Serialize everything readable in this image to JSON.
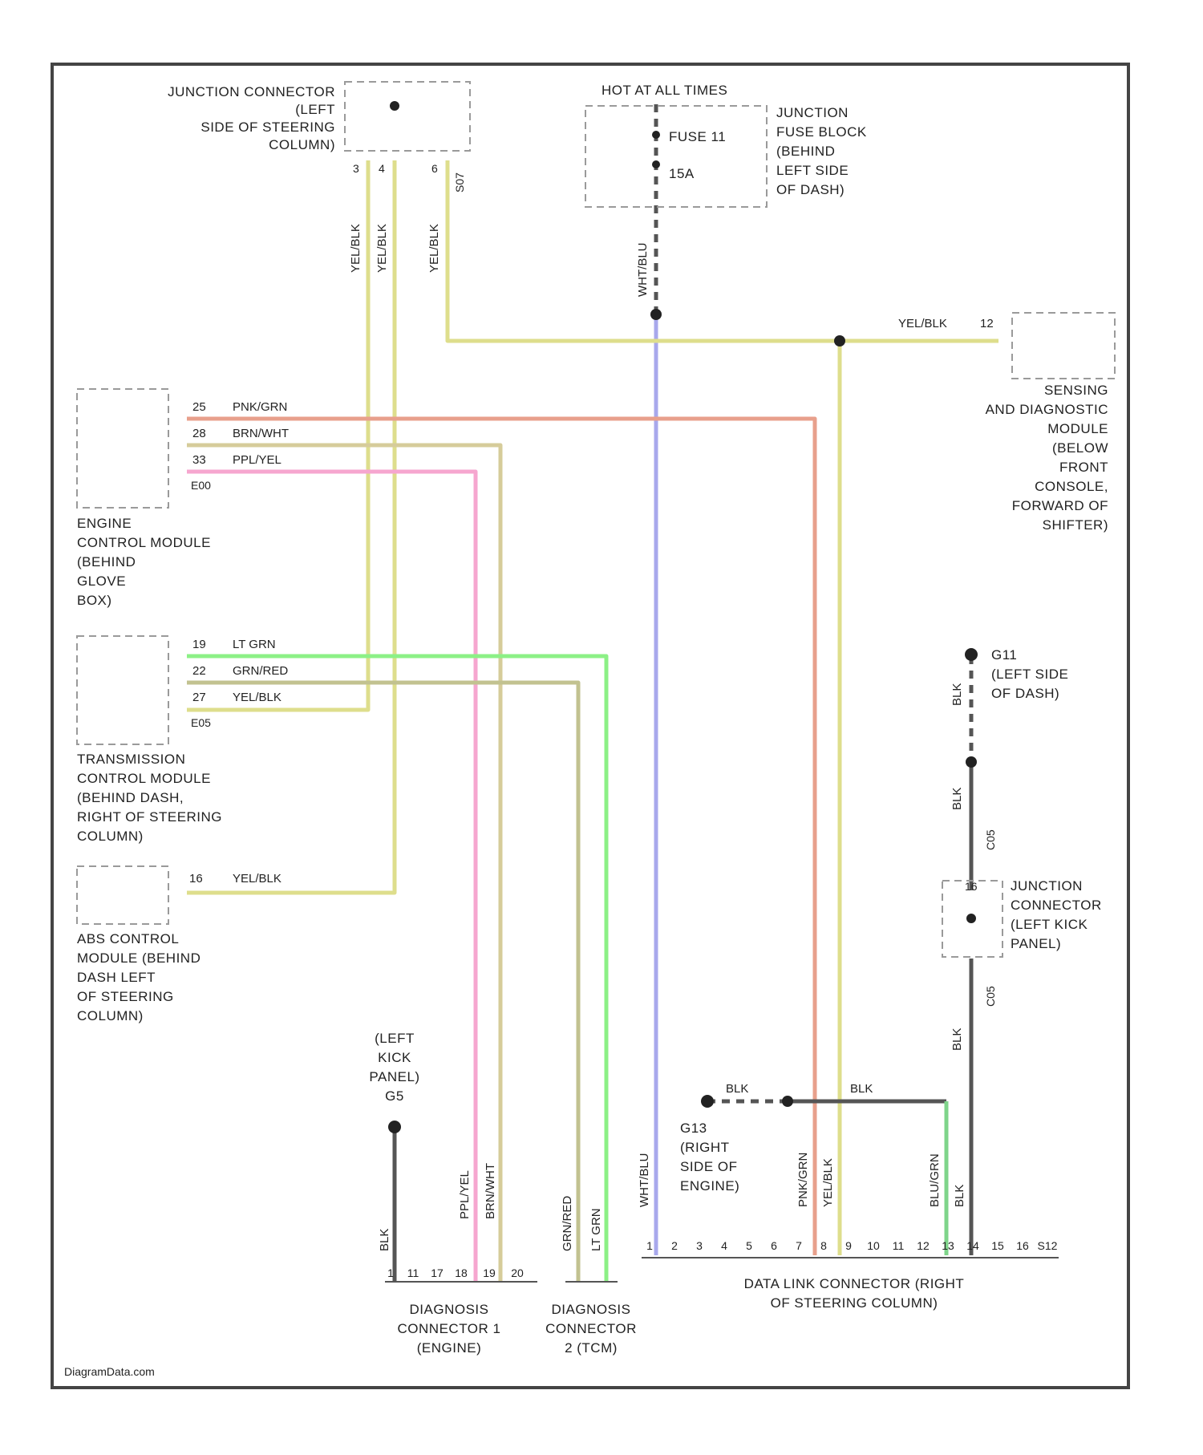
{
  "watermark": "DiagramData.com",
  "colors": {
    "yel_blk": "#dede8c",
    "pnk_grn": "#e8a08c",
    "brn_wht": "#d6cc9a",
    "ppl_yel": "#f6a6cf",
    "lt_grn": "#8cf086",
    "grn_red": "#c2c290",
    "wht_blu": "#a8a8ec",
    "blk": "#555555"
  },
  "components": {
    "junction_connector_top": {
      "label": [
        "JUNCTION CONNECTOR",
        "(LEFT",
        "SIDE OF STEERING",
        "COLUMN)"
      ],
      "pins": [
        "3",
        "4",
        "6"
      ],
      "ref": "S07"
    },
    "hot_label": "HOT AT ALL TIMES",
    "fuse_block": {
      "label": [
        "JUNCTION",
        "FUSE BLOCK",
        "(BEHIND",
        "LEFT SIDE",
        "OF DASH)"
      ],
      "fuse": "FUSE 11",
      "amps": "15A"
    },
    "sensing_module": {
      "label": [
        "SENSING",
        "AND DIAGNOSTIC",
        "MODULE",
        "(BELOW",
        "FRONT",
        "CONSOLE,",
        "FORWARD OF",
        "SHIFTER)"
      ],
      "pin": "12",
      "wire": "YEL/BLK"
    },
    "ecm": {
      "label": [
        "ENGINE",
        "CONTROL MODULE",
        "(BEHIND",
        "GLOVE",
        "BOX)"
      ],
      "pins": [
        {
          "pin": "25",
          "wire": "PNK/GRN"
        },
        {
          "pin": "28",
          "wire": "BRN/WHT"
        },
        {
          "pin": "33",
          "wire": "PPL/YEL"
        }
      ],
      "ref": "E00"
    },
    "tcm": {
      "label": [
        "TRANSMISSION",
        "CONTROL MODULE",
        "(BEHIND DASH,",
        "RIGHT OF STEERING",
        "COLUMN)"
      ],
      "pins": [
        {
          "pin": "19",
          "wire": "LT GRN"
        },
        {
          "pin": "22",
          "wire": "GRN/RED"
        },
        {
          "pin": "27",
          "wire": "YEL/BLK"
        }
      ],
      "ref": "E05"
    },
    "abs": {
      "label": [
        "ABS CONTROL",
        "MODULE (BEHIND",
        "DASH LEFT",
        "OF STEERING",
        "COLUMN)"
      ],
      "pin": "16",
      "wire": "YEL/BLK"
    },
    "ground_g11": {
      "label": [
        "G11",
        "(LEFT SIDE",
        "OF DASH)"
      ]
    },
    "junction_connector_kick": {
      "label": [
        "JUNCTION",
        "CONNECTOR",
        "(LEFT KICK",
        "PANEL)"
      ],
      "pin": "16",
      "refs": [
        "C05",
        "C05"
      ]
    },
    "left_kick_ground": {
      "label": [
        "(LEFT",
        "KICK",
        "PANEL)",
        "G5"
      ]
    },
    "ground_g13": {
      "label": [
        "G13",
        "(RIGHT",
        "SIDE OF",
        "ENGINE)"
      ]
    },
    "diag1": {
      "label": [
        "DIAGNOSIS",
        "CONNECTOR 1",
        "(ENGINE)"
      ],
      "pins": [
        "1",
        "11",
        "17",
        "18",
        "19",
        "20"
      ]
    },
    "diag2": {
      "label": [
        "DIAGNOSIS",
        "CONNECTOR",
        "2 (TCM)"
      ]
    },
    "dlc": {
      "label": [
        "DATA LINK CONNECTOR (RIGHT",
        "OF STEERING COLUMN)"
      ],
      "pins": [
        "1",
        "2",
        "3",
        "4",
        "5",
        "6",
        "7",
        "8",
        "9",
        "10",
        "11",
        "12",
        "13",
        "14",
        "15",
        "16",
        "S12"
      ]
    }
  },
  "wire_labels": {
    "yel_blk": "YEL/BLK",
    "wht_blu": "WHT/BLU",
    "blk": "BLK",
    "ppl_yel": "PPL/YEL",
    "brn_wht": "BRN/WHT",
    "grn_red": "GRN/RED",
    "lt_grn": "LT GRN",
    "pnk_grn": "PNK/GRN",
    "blu_grn": "BLU/GRN"
  }
}
